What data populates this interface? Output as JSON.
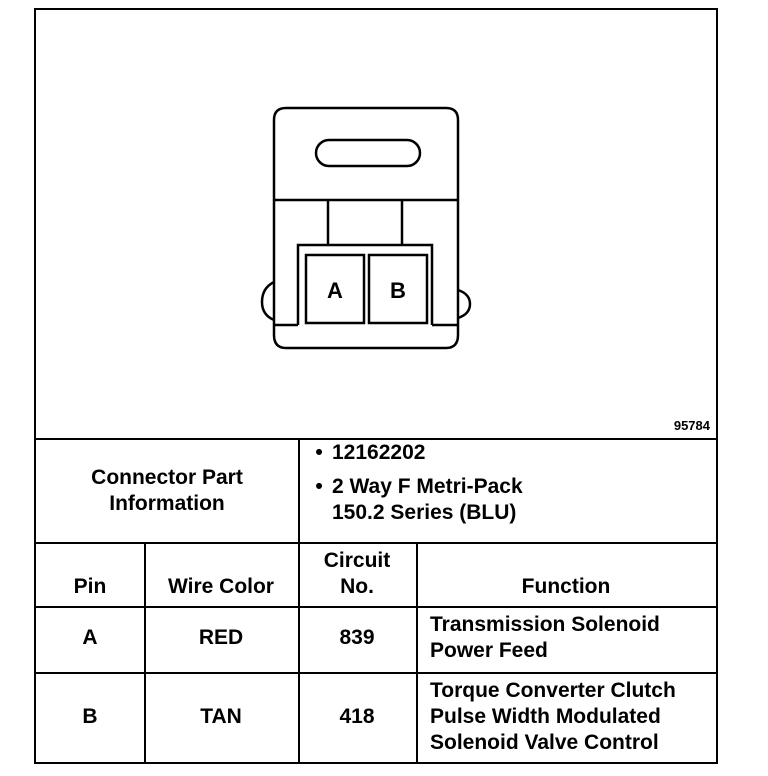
{
  "diagram": {
    "pin_labels": [
      "A",
      "B"
    ],
    "figure_number": "95784"
  },
  "connector_info": {
    "label": "Connector Part\nInformation",
    "items": [
      "12162202",
      "2 Way F Metri-Pack\n150.2 Series (BLU)"
    ]
  },
  "table": {
    "headers": {
      "pin": "Pin",
      "wire_color": "Wire Color",
      "circuit": "Circuit\nNo.",
      "function": "Function"
    },
    "rows": [
      {
        "pin": "A",
        "wire_color": "RED",
        "circuit": "839",
        "function": "Transmission Solenoid\nPower Feed"
      },
      {
        "pin": "B",
        "wire_color": "TAN",
        "circuit": "418",
        "function": "Torque Converter Clutch\nPulse Width Modulated\nSolenoid Valve Control"
      }
    ]
  }
}
